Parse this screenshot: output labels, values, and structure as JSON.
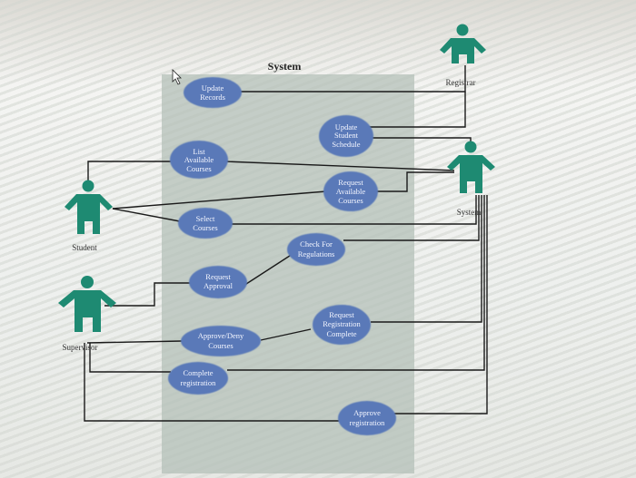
{
  "system": {
    "title": "System"
  },
  "actors": {
    "registrar": "Registrar",
    "system": "System",
    "student": "Student",
    "supervisor": "Supervisor"
  },
  "use_cases": {
    "update_records": [
      "Update",
      "Records"
    ],
    "update_student_schedule": [
      "Update",
      "Student",
      "Schedule"
    ],
    "list_available_courses": [
      "List",
      "Available",
      "Courses"
    ],
    "request_available_courses": [
      "Request",
      "Available",
      "Courses"
    ],
    "select_courses": [
      "Select",
      "Courses"
    ],
    "check_for_regulations": [
      "Check For",
      "Regulations"
    ],
    "request_approval": [
      "Request",
      "Approval"
    ],
    "approve_deny_courses": [
      "Approve/Deny",
      "Courses"
    ],
    "request_registration_complete": [
      "Request",
      "Registration",
      "Complete"
    ],
    "complete_registration": [
      "Complete",
      "registration"
    ],
    "approve_registration": [
      "Approve",
      "registration"
    ]
  },
  "colors": {
    "actor": "#1e8a72",
    "use_case": "#5a79b8",
    "system_box": "#b6c2b8",
    "line": "#1a1a1a"
  }
}
